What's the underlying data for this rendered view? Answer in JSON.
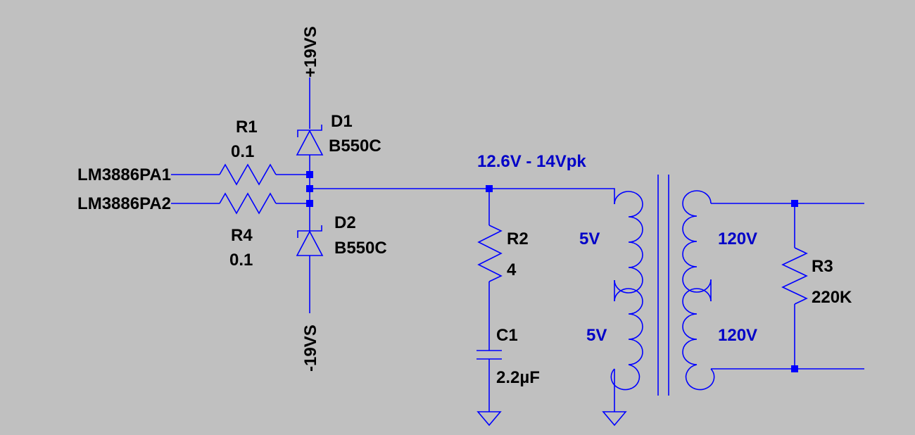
{
  "colors": {
    "background": "#c0c0c0",
    "wire": "#0000ff",
    "part_label": "#000000",
    "annotation": "#0000c8"
  },
  "nets": {
    "input1": "LM3886PA1",
    "input2": "LM3886PA2",
    "vpos": "+19VS",
    "vneg": "-19VS",
    "secondary_label": "12.6V - 14Vpk"
  },
  "components": {
    "R1": {
      "ref": "R1",
      "value": "0.1"
    },
    "R4": {
      "ref": "R4",
      "value": "0.1"
    },
    "D1": {
      "ref": "D1",
      "value": "B550C"
    },
    "D2": {
      "ref": "D2",
      "value": "B550C"
    },
    "R2": {
      "ref": "R2",
      "value": "4"
    },
    "C1": {
      "ref": "C1",
      "value": "2.2µF"
    },
    "R3": {
      "ref": "R3",
      "value": "220K"
    }
  },
  "transformer": {
    "secondary_top": "5V",
    "secondary_bottom": "5V",
    "primary_top": "120V",
    "primary_bottom": "120V"
  }
}
